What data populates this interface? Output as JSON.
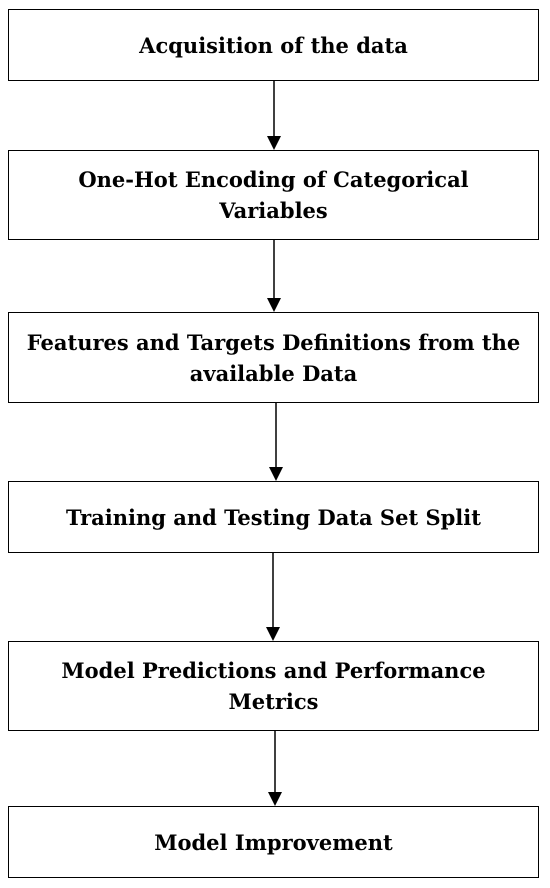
{
  "steps": [
    {
      "label": "Acquisition of the data"
    },
    {
      "label": "One-Hot Encoding of Categorical Variables"
    },
    {
      "label": "Features and Targets Definitions from the available Data"
    },
    {
      "label": "Training and Testing Data Set Split"
    },
    {
      "label": "Model Predictions and Performance Metrics"
    },
    {
      "label": "Model Improvement"
    }
  ],
  "colors": {
    "border": "#000000",
    "text": "#000000",
    "background": "#ffffff"
  }
}
